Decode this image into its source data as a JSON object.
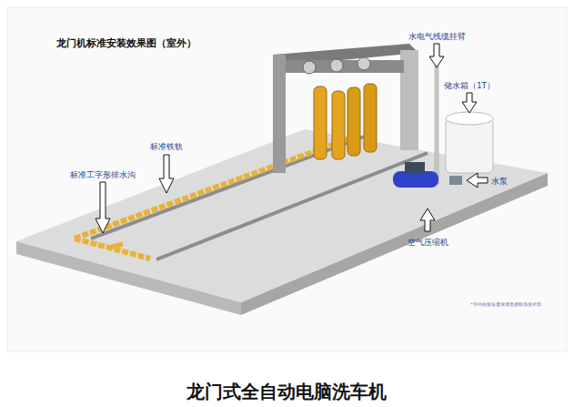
{
  "diagram": {
    "title": "龙门机标准安装效果图（室外）",
    "caption": "龙门式全自动电脑洗车机",
    "labels": [
      "水电气线缆挂臂",
      "储水箱（1T）",
      "标准铁轨",
      "标准工字形排水沟",
      "水泵",
      "空气压缩机",
      "*另外的安装需求请直接联系技术部"
    ]
  }
}
